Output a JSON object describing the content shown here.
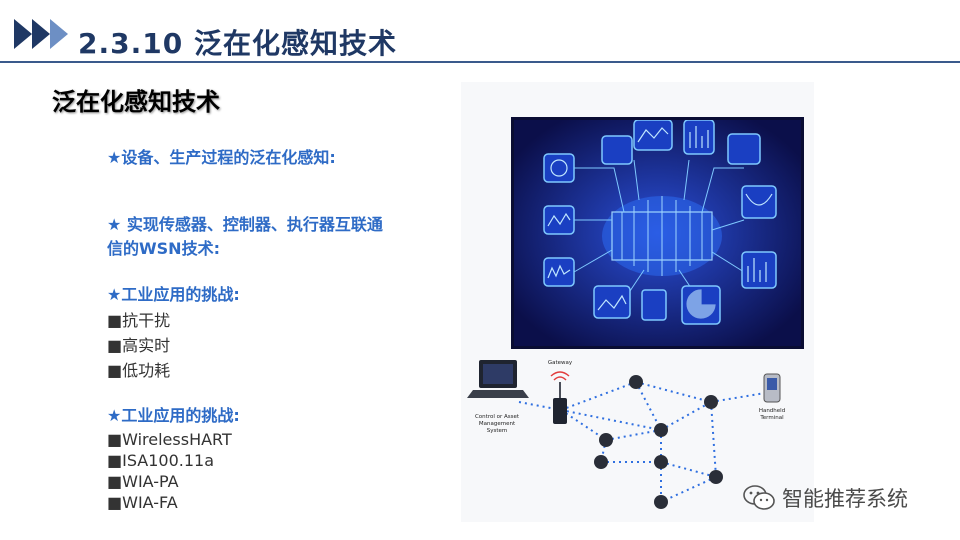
{
  "header": {
    "title": "2.3.10 泛在化感知技术",
    "colors": {
      "chevron_dark": "#1f3864",
      "chevron_light": "#6d8fc4",
      "rule": "#3a5a8c"
    }
  },
  "section": {
    "title": "泛在化感知技术"
  },
  "bullets": {
    "g1": {
      "head": "★设备、生产过程的泛在化感知:"
    },
    "g2": {
      "head": "★ 实现传感器、控制器、执行器互联通信的WSN技术:"
    },
    "g3": {
      "head": "★工业应用的挑战:",
      "items": [
        "■抗干扰",
        "■高实时",
        "■低功耗"
      ]
    },
    "g4": {
      "head": "★工业应用的挑战:",
      "items": [
        "■WirelessHART",
        "■ISA100.11a",
        "■WIA-PA",
        "■WIA-FA"
      ]
    }
  },
  "figure": {
    "labels": {
      "gateway": "Gateway",
      "control_l1": "Control or Asset",
      "control_l2": "Management",
      "control_l3": "System",
      "handheld_l1": "Handheld",
      "handheld_l2": "Terminal"
    },
    "colors": {
      "screen_bg": "#0b0f4a",
      "tile_stroke": "#7fc9ff",
      "tile_fill": "#1a3fc2",
      "link": "#2f6fe0"
    }
  },
  "watermark": {
    "text": "智能推荐系统",
    "icon": "wechat-icon"
  }
}
